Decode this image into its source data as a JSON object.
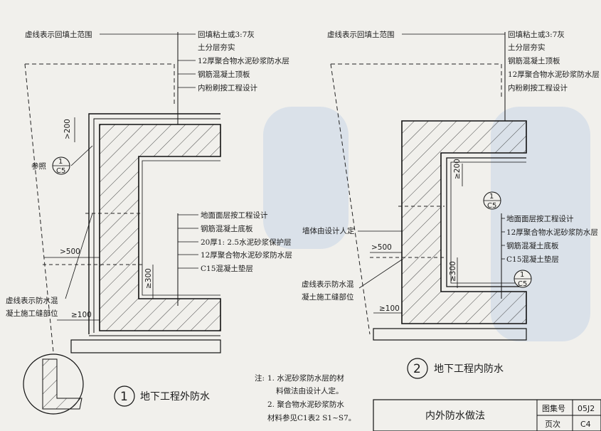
{
  "detail1": {
    "number": "1",
    "title": "地下工程外防水",
    "backfill_range": "虚线表示回填土范围",
    "top_layers": [
      "回填粘土或3:7灰",
      "土分层夯实",
      "12厚聚合物水泥砂浆防水层",
      "钢筋混凝土顶板",
      "内粉刷按工程设计"
    ],
    "bottom_layers": [
      "地面面层按工程设计",
      "钢筋混凝土底板",
      "20厚1: 2.5水泥砂浆保护层",
      "12厚聚合物水泥砂浆防水层",
      "C15混凝土垫层"
    ],
    "ref_label": "参照",
    "ref_num": "1",
    "ref_sheet": "C5",
    "joint_note": [
      "虚线表示防水混",
      "凝土施工缝部位"
    ],
    "dims": {
      "d200": ">200",
      "d500": ">500",
      "d300": "≥300",
      "d100": "≥100"
    }
  },
  "detail2": {
    "number": "2",
    "title": "地下工程内防水",
    "backfill_range": "虚线表示回填土范围",
    "top_layers": [
      "回填粘土或3:7灰",
      "土分层夯实",
      "钢筋混凝土顶板",
      "12厚聚合物水泥砂浆防水层",
      "内粉刷按工程设计"
    ],
    "bottom_layers": [
      "地面面层按工程设计",
      "12厚聚合物水泥砂浆防水层",
      "钢筋混凝土底板",
      "C15混凝土垫层"
    ],
    "wall_note": "墙体由设计人定",
    "joint_note": [
      "虚线表示防水混",
      "凝土施工缝部位"
    ],
    "ref_a": {
      "num": "1",
      "sheet": "C5"
    },
    "ref_b": {
      "num": "1",
      "sheet": "C5"
    },
    "dims": {
      "d200": "≥200",
      "d500": ">500",
      "d300": "≥300",
      "d100": "≥100"
    }
  },
  "notes": {
    "label": "注:",
    "items": [
      "1. 水泥砂浆防水层的材",
      "料做法由设计人定。",
      "2. 聚合物水泥砂浆防水",
      "材料参见C1表2 S1~S7。"
    ]
  },
  "title_block": {
    "title": "内外防水做法",
    "atlas_label": "图集号",
    "atlas_value": "05J2",
    "page_label": "页次",
    "page_value": "C4"
  }
}
